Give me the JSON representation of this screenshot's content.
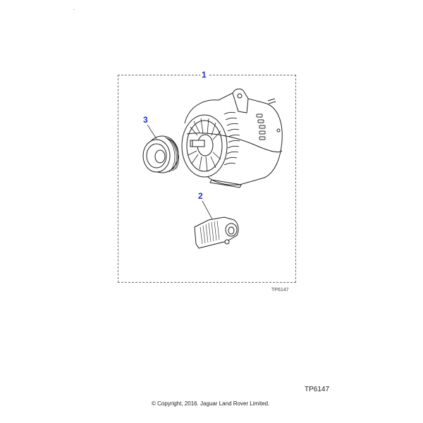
{
  "diagram": {
    "frame_label": "1",
    "parts": [
      {
        "callout": "1",
        "name": "Alternator assembly"
      },
      {
        "callout": "2",
        "name": "Voltage regulator"
      },
      {
        "callout": "3",
        "name": "Pulley"
      }
    ],
    "illustration_code_small": "TP6147",
    "illustration_code": "TP6147",
    "copyright": "© Copyright, 2016. Jaguar Land Rover Limited.",
    "colors": {
      "callout": "#1f2fd0",
      "line_art": "#222222",
      "frame": "#6e6e6e",
      "background": "#ffffff"
    }
  }
}
